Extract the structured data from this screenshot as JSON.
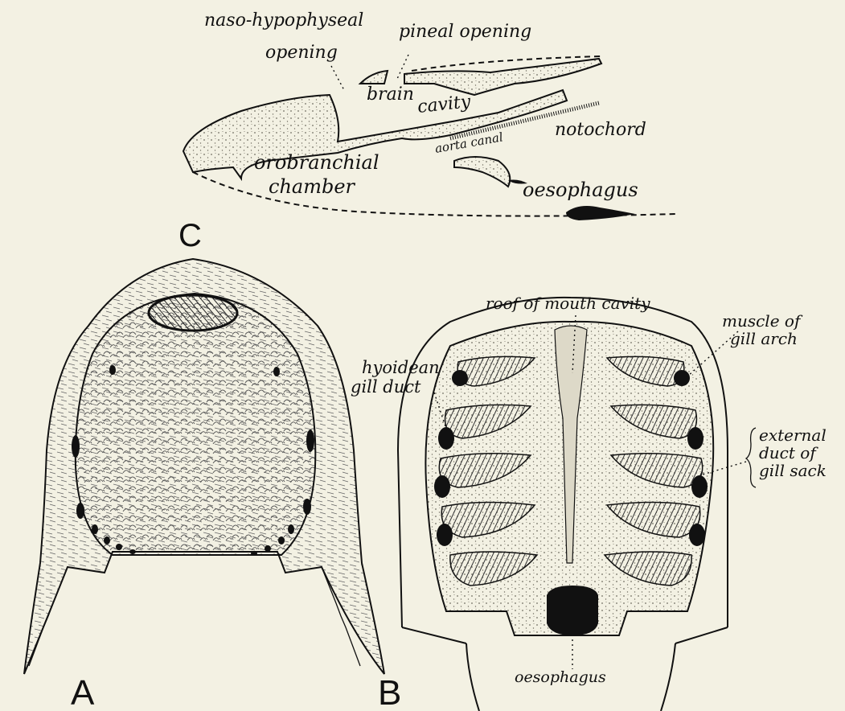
{
  "figure": {
    "panels": [
      {
        "id": "C",
        "letter": "C",
        "labels": {
          "naso_hypophyseal": [
            "naso-hypophyseal",
            "opening"
          ],
          "pineal_opening": "pineal opening",
          "brain": "brain",
          "cavity": "cavity",
          "aorta_canal": "aorta canal",
          "notochord": "notochord",
          "orobranchial": [
            "orobranchial",
            "chamber"
          ],
          "oesophagus": "oesophagus"
        }
      },
      {
        "id": "A",
        "letter": "A"
      },
      {
        "id": "B",
        "letter": "B",
        "labels": {
          "roof_of_mouth_cavity": "roof of mouth cavity",
          "muscle_of_gill_arch": [
            "muscle of",
            "gill arch"
          ],
          "hyoidean_gill_duct": [
            "hyoidean",
            "gill duct"
          ],
          "external_duct": [
            "external",
            "duct of",
            "gill sack"
          ],
          "oesophagus": "oesophagus"
        }
      }
    ]
  },
  "colors": {
    "paper": "#f3f1e3",
    "ink": "#111111",
    "stipple": "#6f6c60"
  }
}
